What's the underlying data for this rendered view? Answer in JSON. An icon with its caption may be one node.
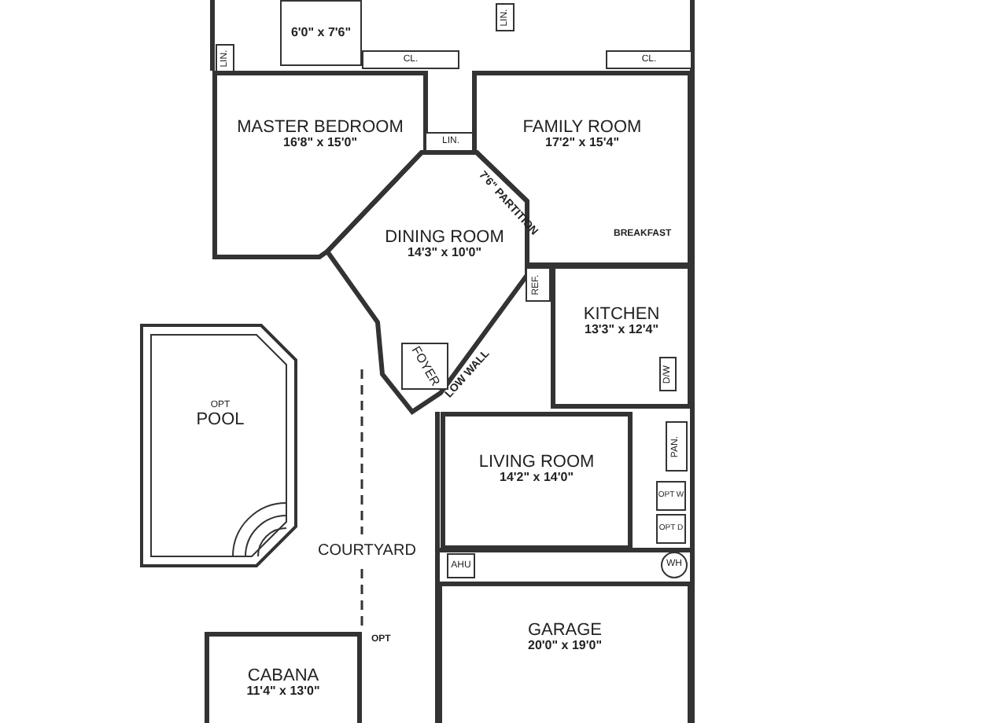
{
  "diagram": {
    "nodes": [
      {
        "text": [
          "6'0\" x 7'6\""
        ]
      },
      {
        "text": [
          "LIN."
        ]
      },
      {
        "text": [
          "LIN."
        ]
      },
      {
        "text": [
          "CL."
        ]
      },
      {
        "text": [
          "CL."
        ]
      },
      {
        "text": [
          "MASTER BEDROOM",
          "16'8\" x 15'0\""
        ]
      },
      {
        "text": [
          "LIN."
        ]
      },
      {
        "text": [
          "FAMILY ROOM",
          "17'2\" x 15'4\""
        ]
      },
      {
        "text": [
          "DINING ROOM",
          "14'3\" x 10'0\""
        ]
      },
      {
        "text": [
          "REF."
        ]
      },
      {
        "text": [
          "KITCHEN",
          "13'3\" x 12'4\""
        ]
      },
      {
        "text": [
          "D/W"
        ],
        "in": 10
      },
      {
        "text": [
          "FOYER"
        ],
        "in": 8
      },
      {
        "text": [
          "OPT",
          "POOL"
        ]
      },
      {
        "text": [
          "LIVING ROOM",
          "14'2\" x 14'0\""
        ]
      },
      {
        "text": [
          "PAN."
        ]
      },
      {
        "text": [
          "OPT W"
        ]
      },
      {
        "text": [
          "OPT D"
        ]
      },
      {
        "text": [
          "AHU"
        ]
      },
      {
        "text": [
          "WH"
        ]
      },
      {
        "text": [
          "GARAGE",
          "20'0\" x 19'0\""
        ]
      },
      {
        "text": [
          "CABANA",
          "11'4\" x 13'0\""
        ]
      }
    ],
    "labels": [
      "7'6\" PARTITION",
      "BREAKFAST",
      "LOW WALL",
      "COURTYARD",
      "OPT"
    ]
  }
}
